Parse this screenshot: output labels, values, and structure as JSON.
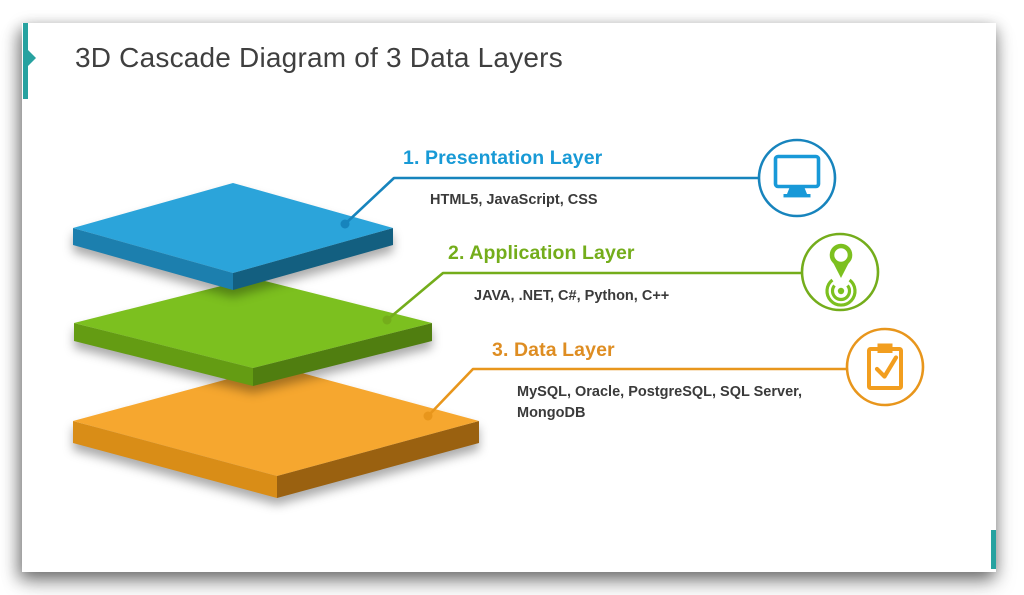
{
  "slide": {
    "title": "3D Cascade Diagram of 3 Data Layers"
  },
  "layers": [
    {
      "title": "1. Presentation Layer",
      "description": "HTML5, JavaScript, CSS",
      "icon": "monitor-icon",
      "color_key": "blue"
    },
    {
      "title": "2. Application Layer",
      "description": "JAVA, .NET, C#, Python, C++",
      "icon": "location-target-icon",
      "color_key": "green"
    },
    {
      "title": "3. Data Layer",
      "description": "MySQL, Oracle, PostgreSQL, SQL Server, MongoDB",
      "icon": "clipboard-check-icon",
      "color_key": "orange"
    }
  ],
  "palette": {
    "teal_accent": "#27a2a0",
    "title_text": "#3f3f3f",
    "body_text": "#3a3a3a",
    "blue": {
      "title": "#189ad6",
      "line": "#1784bd",
      "icon": "#1899d8",
      "top": "#2ba4da",
      "left": "#1c7fae",
      "right": "#135f80"
    },
    "green": {
      "title": "#74ad1b",
      "line": "#74ad1b",
      "icon": "#7cc01f",
      "top": "#7cc01f",
      "left": "#649c13",
      "right": "#507e10"
    },
    "orange": {
      "title": "#de8d22",
      "line": "#e8961c",
      "icon": "#f29e1f",
      "top": "#f6a72f",
      "left": "#d98d17",
      "right": "#9a6110"
    }
  }
}
